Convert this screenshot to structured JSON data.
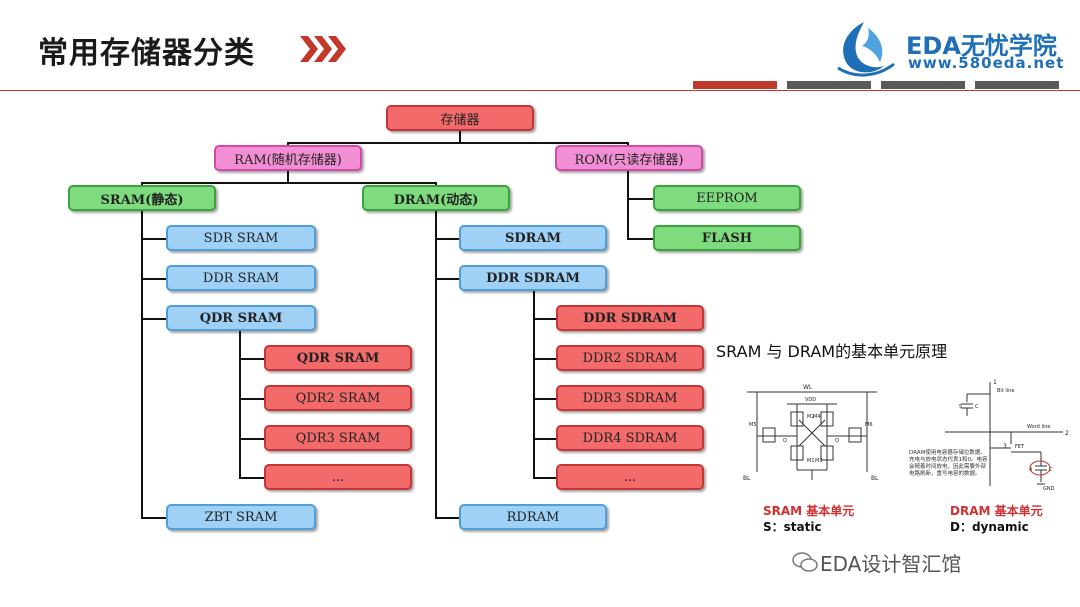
{
  "header": {
    "title": "常用存储器分类",
    "logo_name": "EDA无忧学院",
    "logo_url": "www.580eda.net",
    "colors": {
      "accent_red": "#c0392b",
      "brand_blue": "#1e6fb8",
      "bar_gray": "#595959"
    }
  },
  "tree": {
    "root": "存储器",
    "ram": "RAM(随机存储器)",
    "rom": "ROM(只读存储器)",
    "sram": "SRAM(静态)",
    "dram": "DRAM(动态)",
    "rom_children": [
      "EEPROM",
      "FLASH"
    ],
    "sram_children": [
      "SDR SRAM",
      "DDR SRAM",
      "QDR SRAM",
      "ZBT SRAM"
    ],
    "qdr_children": [
      "QDR SRAM",
      "QDR2 SRAM",
      "QDR3 SRAM",
      "..."
    ],
    "dram_children": [
      "SDRAM",
      "DDR SDRAM",
      "RDRAM"
    ],
    "ddr_children": [
      "DDR SDRAM",
      "DDR2 SDRAM",
      "DDR3 SDRAM",
      "DDR4 SDRAM",
      "..."
    ]
  },
  "cells": {
    "caption": "SRAM 与 DRAM的基本单元原理",
    "sram_title": "SRAM 基本单元",
    "sram_sub": "S：static",
    "dram_title": "DRAM 基本单元",
    "dram_sub": "D：dynamic",
    "sram_labels": {
      "wl": "WL",
      "vdd": "VDD",
      "bl_bar": "BL",
      "bl": "BL",
      "m1": "M1",
      "m2": "M2",
      "m3": "M3",
      "m4": "M4",
      "m5": "M5",
      "m6": "M6",
      "q": "Q",
      "q_bar": "Q"
    },
    "dram_labels": {
      "bit_line": "Bit line",
      "word_line": "Word line",
      "fet": "FET",
      "cap": "C",
      "cap5": "C",
      "gnd": "GND",
      "n1": "1",
      "n2": "2",
      "n3": "3",
      "n4": "4",
      "n5": "5"
    },
    "dram_note": "DRAM使用电容器存储位数据。充电与放电状态代表1和0。电容会随着时间放电，因此需要外部电路刷新，重写电容的数据。"
  },
  "watermark": "EDA设计智汇馆"
}
